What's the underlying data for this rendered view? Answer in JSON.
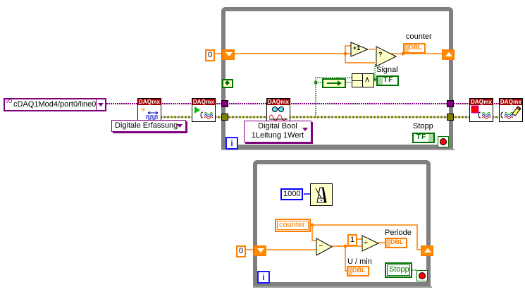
{
  "diagram": {
    "type": "LabVIEW block diagram",
    "colors": {
      "loop_frame": "#808080",
      "numeric_wire": "#ff7f00",
      "bool_wire": "#007000",
      "task_wire": "#800080",
      "error_wire": "#9a9a00",
      "i32_const": "#0000ff",
      "daqmx_header": "#a00000"
    }
  },
  "top_loop": {
    "iteration_terminal": "i",
    "shift_register_init": "0",
    "counter_indicator": {
      "label": "counter",
      "type": "DBL"
    },
    "signal_indicator": {
      "label": "Signal",
      "type": "TF"
    },
    "stop_control": {
      "label": "Stopp",
      "type": "TF"
    },
    "increment_node": "+1",
    "and_node": "∧",
    "select_node": "?",
    "stop_icon": "stop-if-true"
  },
  "left_chain": {
    "channel_constant": "cDAQ1Mod4/port0/line0",
    "channel_prefix": "I/O",
    "create_channel_vi": {
      "header": "DAQmx",
      "icon": "create-channel"
    },
    "create_channel_ring": "Digitale Erfassung",
    "start_task_vi": {
      "header": "DAQmx",
      "icon": "start-task"
    },
    "read_vi": {
      "header": "DAQmx",
      "icon": "read"
    },
    "read_ring_line1": "Digital Bool",
    "read_ring_line2": "1Leitung 1Wert",
    "stop_task_vi": {
      "header": "DAQmx",
      "icon": "stop-task"
    },
    "clear_task_vi": {
      "header": "DAQmx",
      "icon": "clear-task"
    }
  },
  "bottom_loop": {
    "iteration_terminal": "i",
    "wait_constant": "1000",
    "wait_icon": "metronome",
    "counter_local": "counter",
    "shift_register_init": "0",
    "subtract_node": "−",
    "divide_constant": "1",
    "divide_node": "÷",
    "periode_indicator": {
      "label": "Periode",
      "type": "DBL"
    },
    "rpm_indicator": {
      "label": "U / min",
      "type": "DBL"
    },
    "stop_local": "Stopp"
  }
}
